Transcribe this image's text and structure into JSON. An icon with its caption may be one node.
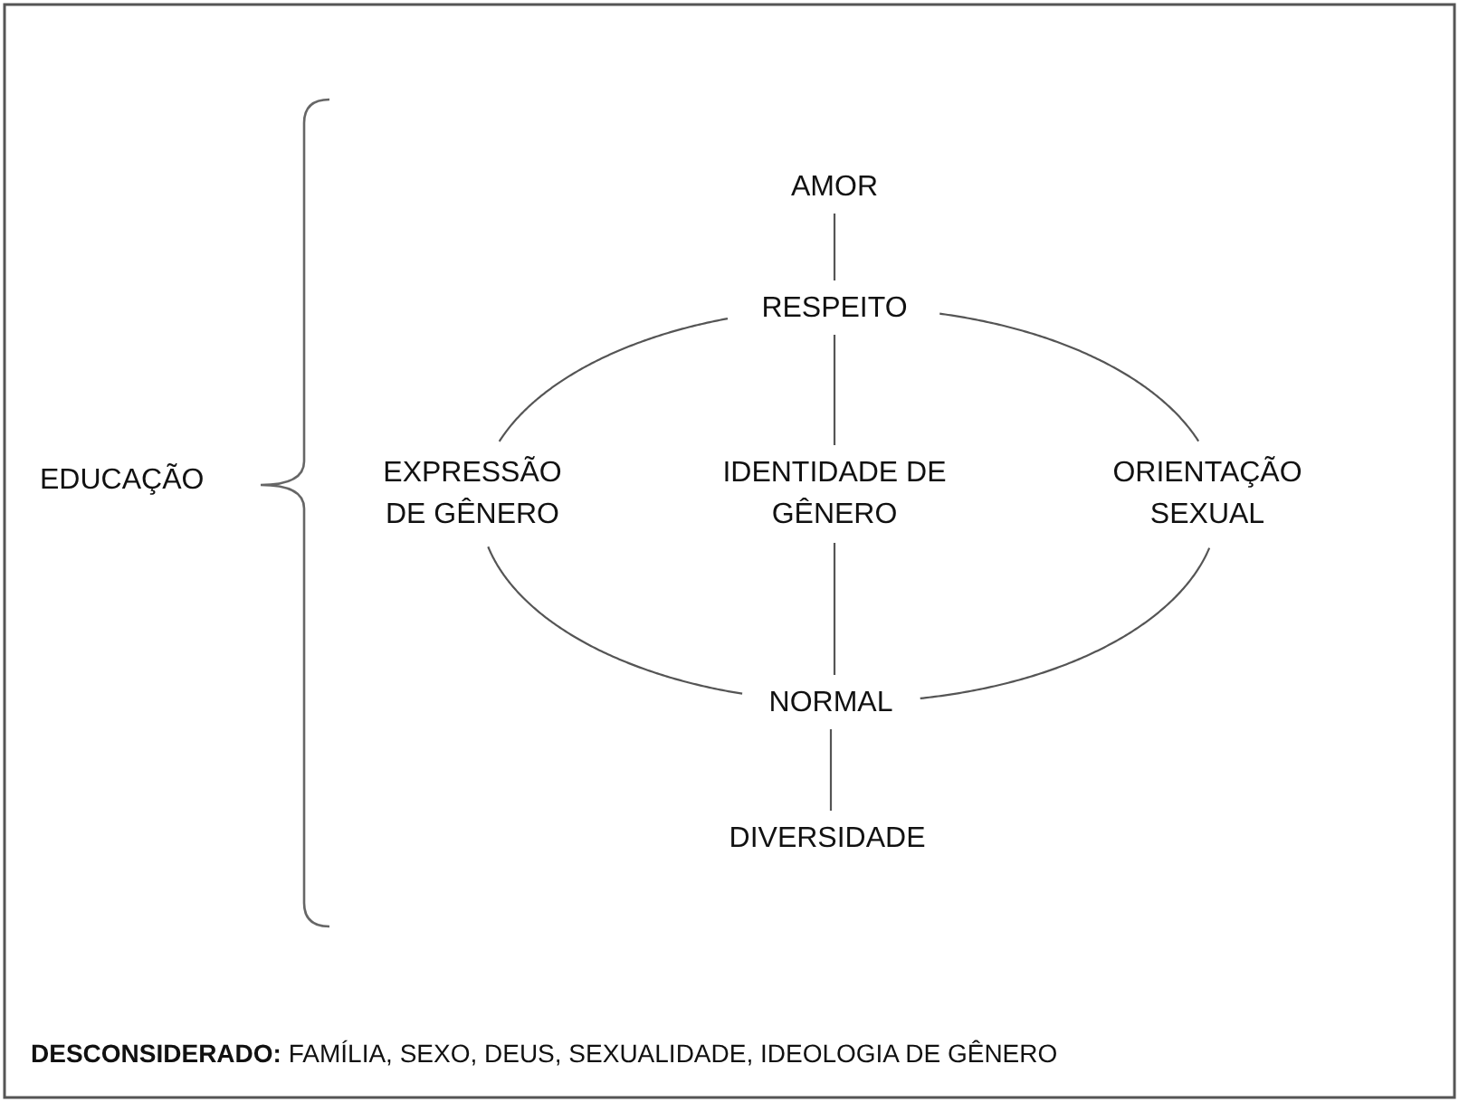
{
  "diagram": {
    "nodes": [
      {
        "text": [
          "AMOR"
        ]
      },
      {
        "text": [
          "RESPEITO"
        ]
      },
      {
        "text": [
          "EXPRESSÃO DE GÊNERO"
        ]
      },
      {
        "text": [
          "IDENTIDADE DE GÊNERO"
        ]
      },
      {
        "text": [
          "ORIENTAÇÃO SEXUAL"
        ]
      },
      {
        "text": [
          "NORMAL"
        ]
      },
      {
        "text": [
          "DIVERSIDADE"
        ]
      }
    ],
    "edges": [
      {
        "from": 0,
        "to": 1,
        "arrow": "none"
      },
      {
        "from": 1,
        "to": 3,
        "arrow": "none"
      },
      {
        "from": 3,
        "to": 5,
        "arrow": "none"
      },
      {
        "from": 5,
        "to": 6,
        "arrow": "none"
      },
      {
        "from": 1,
        "to": 2,
        "arrow": "none"
      },
      {
        "from": 2,
        "to": 5,
        "arrow": "none"
      },
      {
        "from": 5,
        "to": 4,
        "arrow": "none"
      },
      {
        "from": 4,
        "to": 1,
        "arrow": "none"
      }
    ],
    "labels": [
      "EDUCAÇÃO",
      "**DESCONSIDERADO:** FAMÍLIA, SEXO, DEUS, SEXUALIDADE, IDEOLOGIA DE GÊNERO"
    ]
  }
}
